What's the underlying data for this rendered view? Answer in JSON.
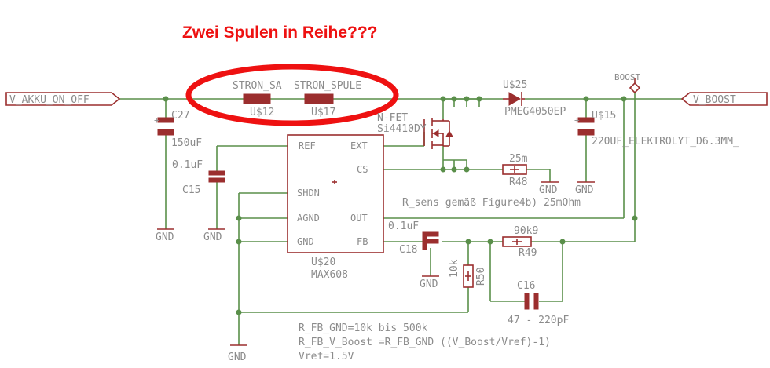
{
  "annotation": {
    "title": "Zwei Spulen in Reihe???",
    "color": "#ee1111"
  },
  "ports": {
    "input": "V_AKKU_ON_OFF",
    "output": "V_BOOST"
  },
  "nets": {
    "boost": "BOOST",
    "gnd": "GND"
  },
  "components": {
    "c27": {
      "name": "C27",
      "value": "150uF"
    },
    "l_a": {
      "name": "U$12",
      "value": "STRON_SA"
    },
    "l_b": {
      "name": "U$17",
      "value": "STRON_SPULE"
    },
    "fet": {
      "type": "N-FET",
      "value": "Si4410DY"
    },
    "diode": {
      "name": "U$25",
      "value": "PMEG4050EP"
    },
    "c15b": {
      "name": "U$15",
      "value": "220UF_ELEKTROLYT_D6.3MM_"
    },
    "c15": {
      "name": "C15",
      "value": "0.1uF"
    },
    "r48": {
      "name": "R48",
      "value": "25m"
    },
    "ic": {
      "name": "U$20",
      "value": "MAX608",
      "pins_left": [
        "REF",
        "SHDN",
        "AGND",
        "GND"
      ],
      "pins_right": [
        "EXT",
        "CS",
        "OUT",
        "FB"
      ]
    },
    "c18": {
      "name": "C18",
      "value": "0.1uF"
    },
    "r49": {
      "name": "R49",
      "value": "90k9"
    },
    "r50": {
      "name": "R50",
      "value": "10k"
    },
    "c16": {
      "name": "C16",
      "value": "47 - 220pF"
    }
  },
  "notes": {
    "rsens": "R_sens gemäß Figure4b) 25mOhm",
    "formula": [
      "R_FB_GND=10k bis 500k",
      "R_FB_V_Boost =R_FB_GND ((V_Boost/Vref)-1)",
      "Vref=1.5V"
    ]
  },
  "colors": {
    "wire": "#5a8f4a",
    "component": "#9b2e2e",
    "text": "#8b8b8b",
    "highlight": "#ee1111"
  }
}
